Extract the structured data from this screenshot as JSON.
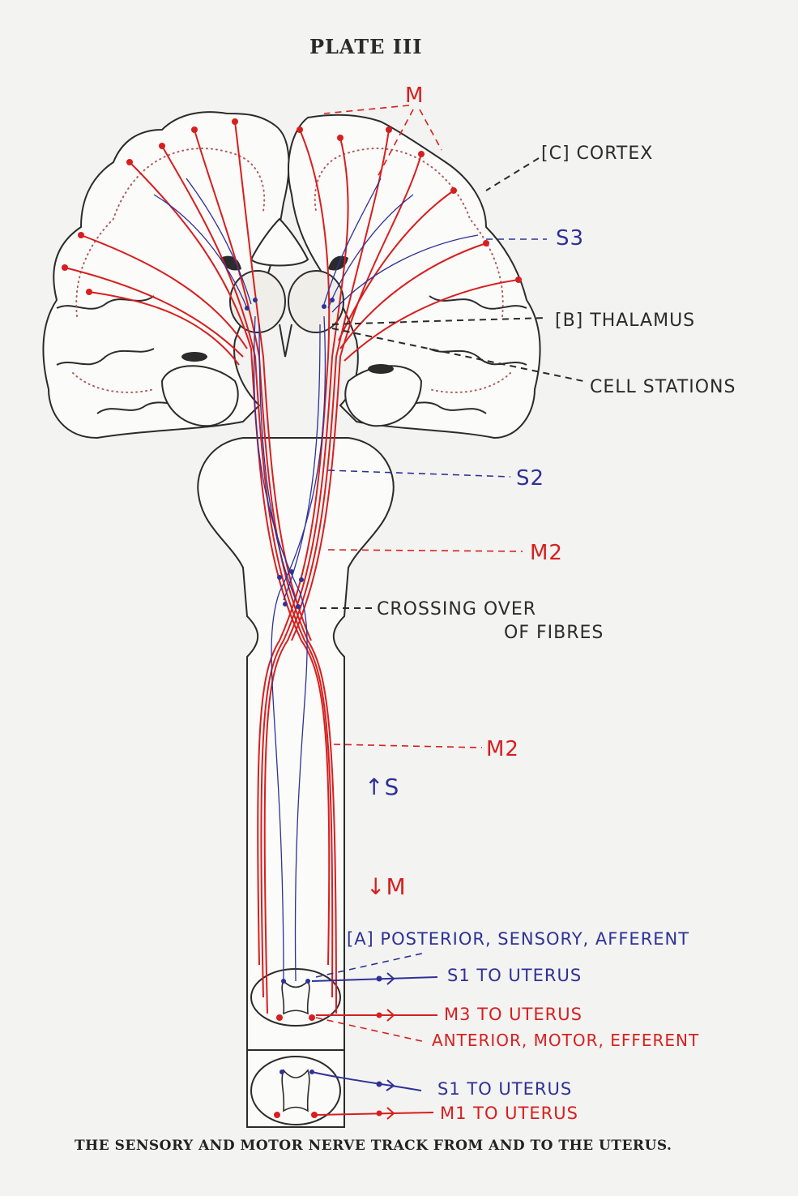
{
  "plate_title": "PLATE III",
  "labels": {
    "m_top": "M",
    "cortex": "[C] CORTEX",
    "s3": "S3",
    "thalamus": "[B] THALAMUS",
    "cell_stations": "CELL STATIONS",
    "s2": "S2",
    "m2_upper": "M2",
    "crossing_line1": "CROSSING OVER",
    "crossing_line2": "OF FIBRES",
    "m2_lower": "M2",
    "arrow_s": "↑S",
    "arrow_m": "↓M",
    "posterior": "[A] POSTERIOR, SENSORY, AFFERENT",
    "s1_upper": "S1 TO UTERUS",
    "m3": "M3 TO UTERUS",
    "anterior": "ANTERIOR, MOTOR, EFFERENT",
    "s1_lower": "S1 TO UTERUS",
    "m1": "M1 TO UTERUS"
  },
  "caption": "THE SENSORY AND MOTOR NERVE TRACK FROM AND TO THE UTERUS.",
  "colors": {
    "motor": "#d61f1f",
    "sensory": "#2e3196",
    "outline": "#2b2b2b"
  }
}
